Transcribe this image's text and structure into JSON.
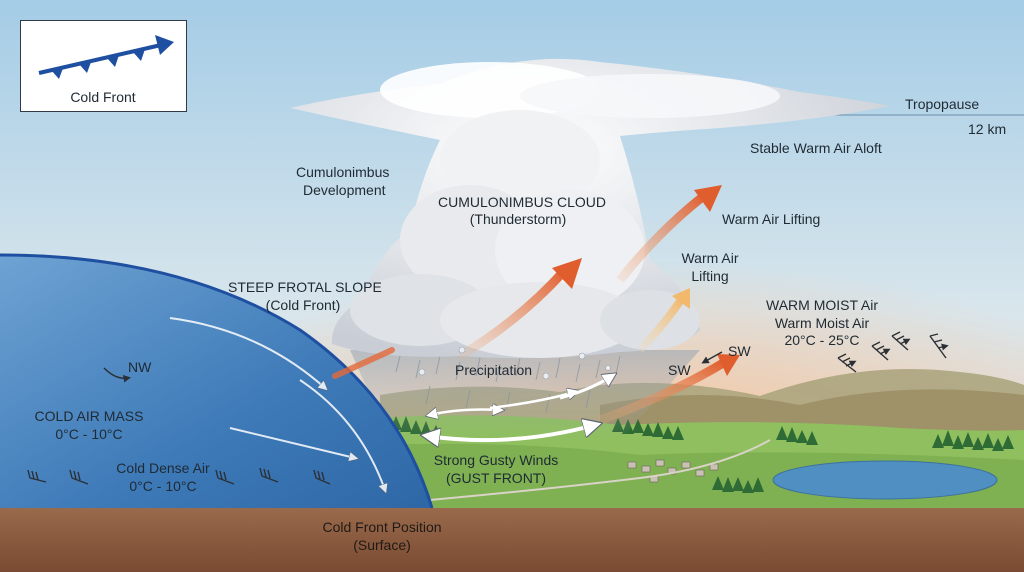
{
  "legend": {
    "label": "Cold Front",
    "symbol_color": "#1f4fa0"
  },
  "labels": {
    "tropopause": "Tropopause",
    "tropopause_height": "12 km",
    "stable_air": "Stable Warm Air Aloft",
    "cb_development_1": "Cumulonimbus",
    "cb_development_2": "Development",
    "cb_cloud_1": "CUMULONIMBUS CLOUD",
    "cb_cloud_2": "(Thunderstorm)",
    "warm_air_lifting_upper": "Warm Air Lifting",
    "warm_air_lifting_lower_1": "Warm Air",
    "warm_air_lifting_lower_2": "Lifting",
    "frontal_slope_1": "STEEP FROTAL SLOPE",
    "frontal_slope_2": "(Cold Front)",
    "warm_moist_1": "WARM MOIST Air",
    "warm_moist_2": "Warm Moist Air",
    "warm_moist_temp": "20°C - 25°C",
    "sw_right": "SW",
    "sw_left": "SW",
    "nw": "NW",
    "precipitation": "Precipitation",
    "cold_air_mass_1": "COLD AIR MASS",
    "cold_air_mass_temp": "0°C - 10°C",
    "cold_dense_1": "Cold Dense Air",
    "cold_dense_temp": "0°C - 10°C",
    "gusty_winds_1": "Strong Gusty Winds",
    "gusty_winds_2": "(GUST FRONT)",
    "front_position_1": "Cold Front Position",
    "front_position_2": "(Surface)"
  },
  "colors": {
    "sky_top": "#a9cfe6",
    "sky_bottom": "#f3d9c4",
    "cold_air": "#3d79b8",
    "cold_front_edge": "#1f4fa0",
    "ground": "#8a5a3e",
    "grass": "#8fbf5f",
    "warm_arrow": "#e2693a",
    "lake": "#4f8fc2"
  },
  "icons": [
    "cold-front-symbol-icon",
    "warm-air-arrow-icon",
    "wind-barb-icon",
    "gust-arrow-icon",
    "cumulonimbus-cloud-icon"
  ]
}
